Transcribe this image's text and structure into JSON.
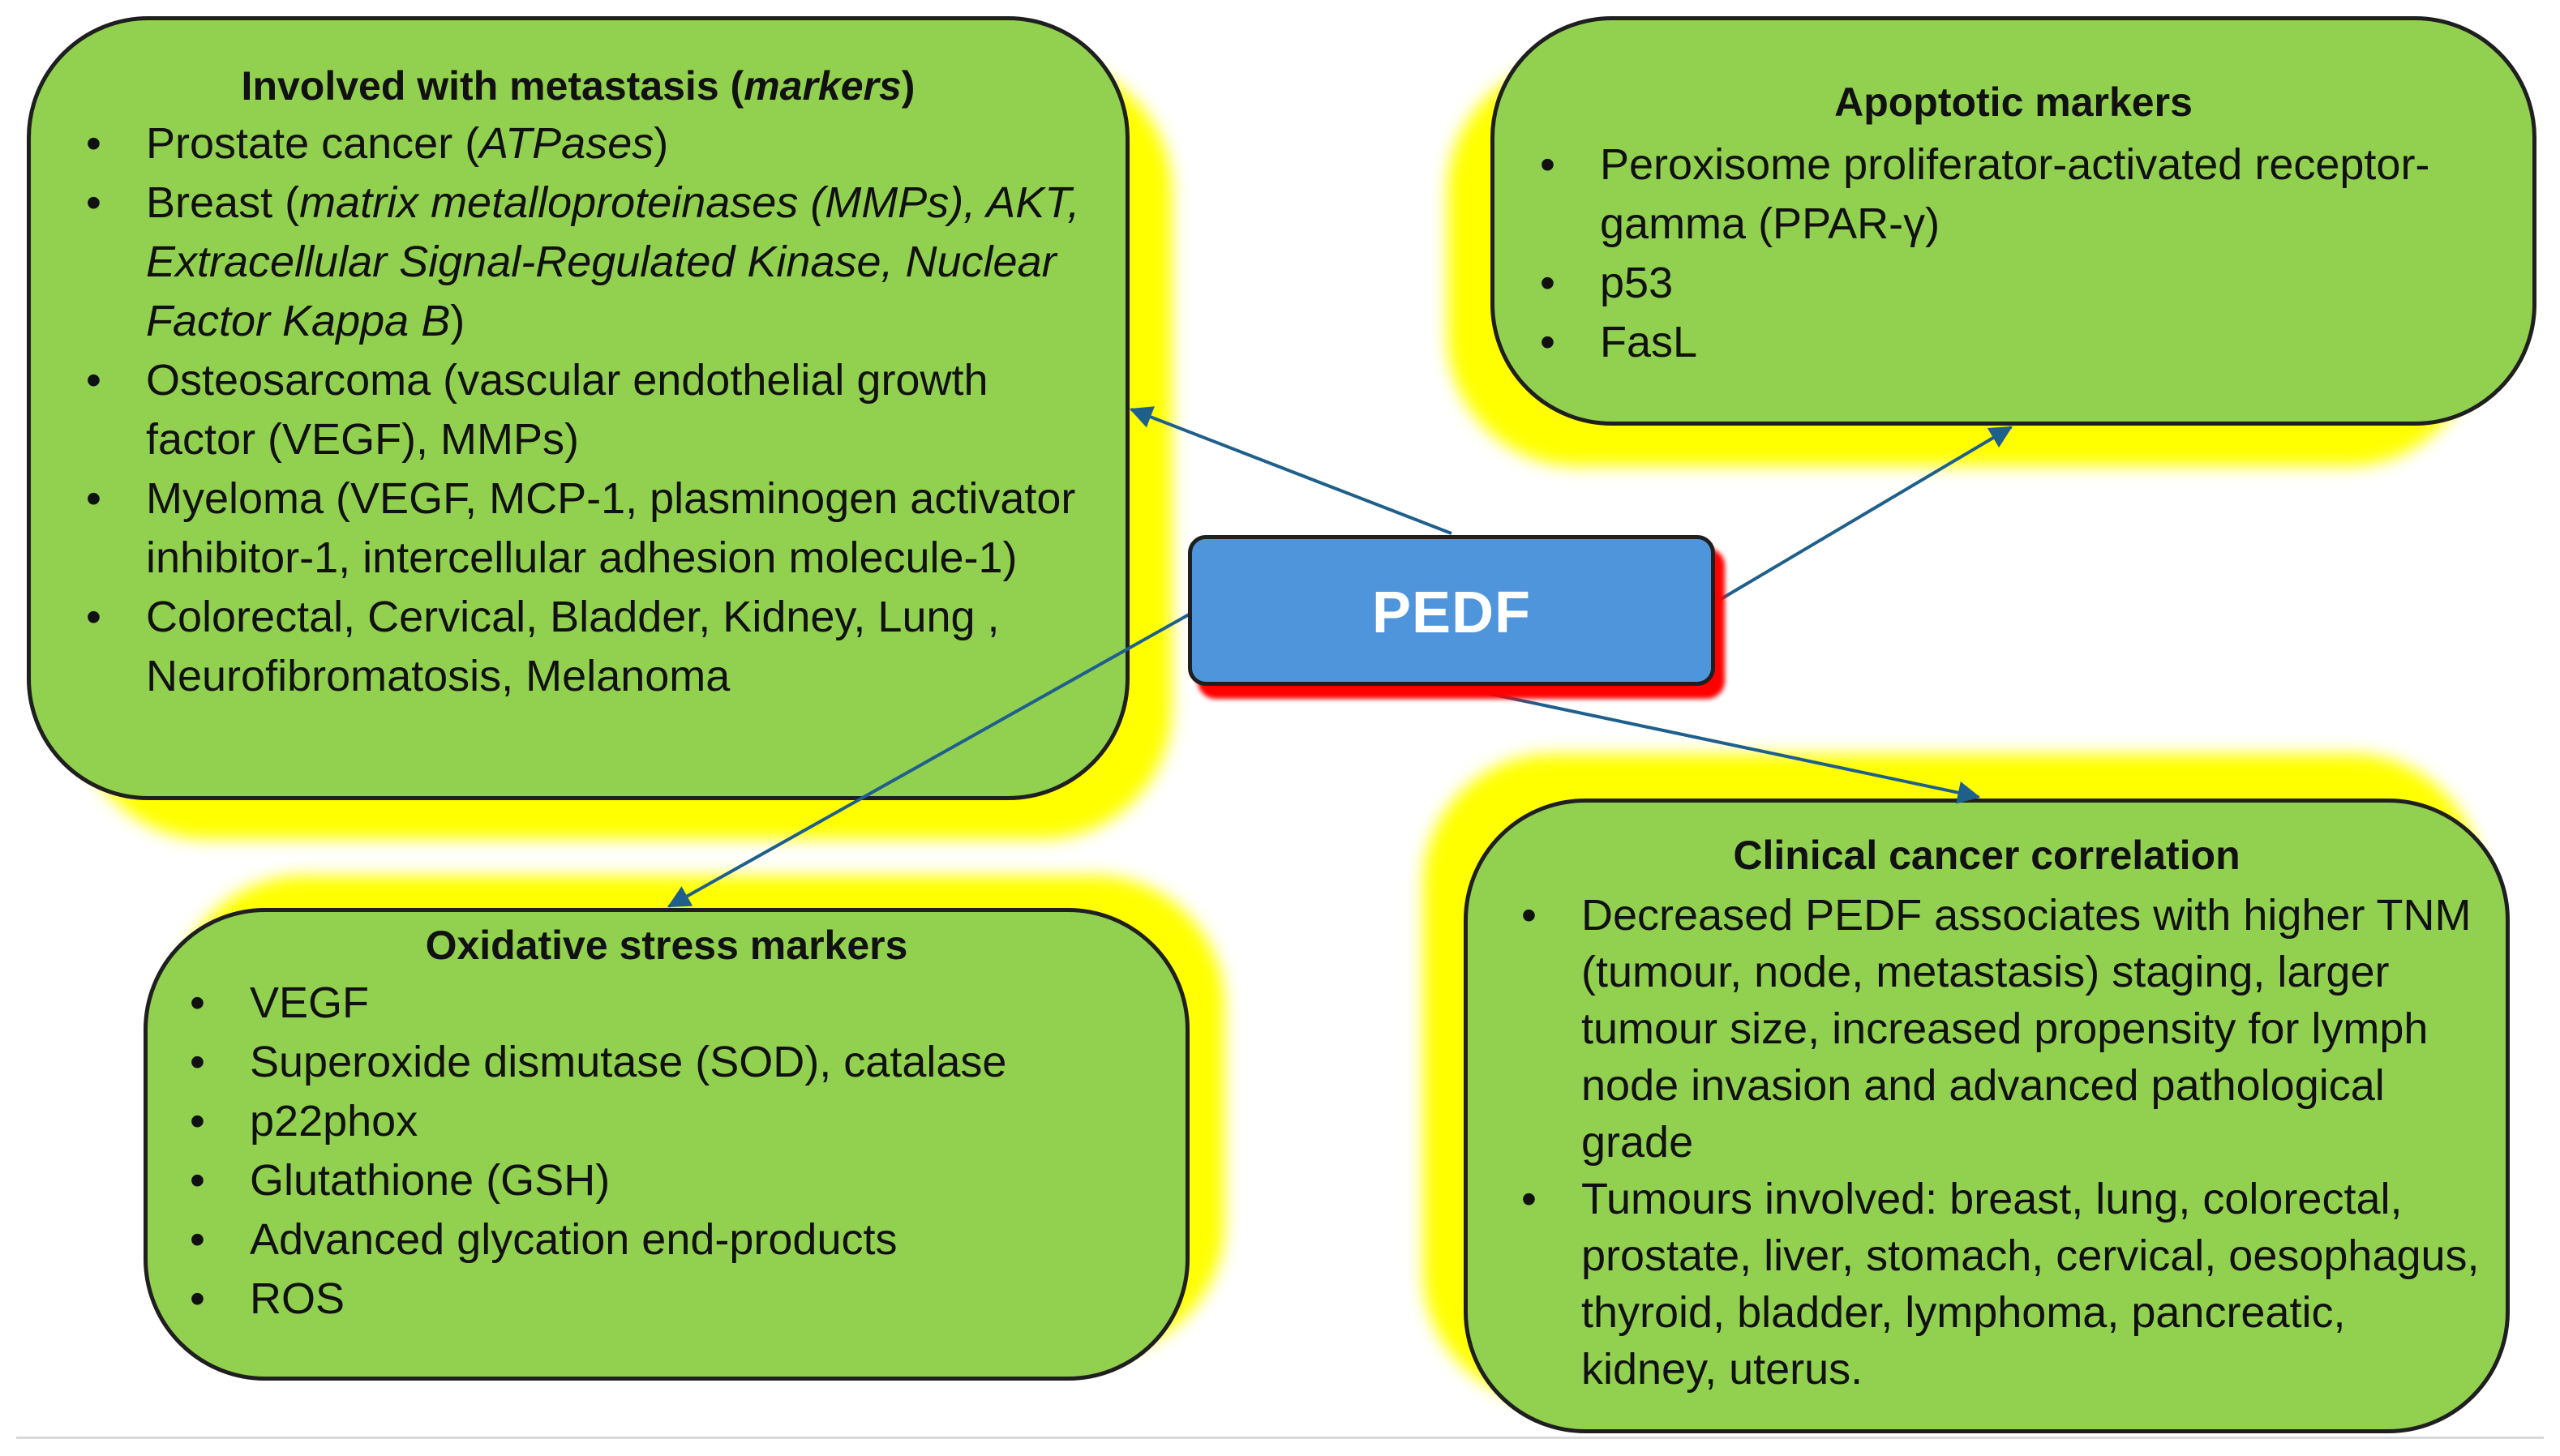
{
  "center": {
    "label": "PEDF"
  },
  "colors": {
    "box_fill": "#92d050",
    "box_glow": "#ffff00",
    "center_fill": "#4f95dc",
    "center_shadow": "#ff0000",
    "arrow": "#1f5f8b"
  },
  "metastasis": {
    "title_prefix": "Involved with metastasis (",
    "title_italic": "markers",
    "title_suffix": ")",
    "items": [
      {
        "prefix": "Prostate cancer (",
        "italic": "ATPases",
        "suffix": ")"
      },
      {
        "prefix": "Breast (",
        "italic": "matrix metalloproteinases (MMPs), AKT, Extracellular Signal-Regulated Kinase, Nuclear Factor Kappa B",
        "suffix": ")"
      },
      {
        "text": "Osteosarcoma (vascular endothelial growth factor  (VEGF), MMPs)"
      },
      {
        "text": "Myeloma (VEGF, MCP-1, plasminogen activator inhibitor-1, intercellular adhesion molecule-1)"
      },
      {
        "text": "Colorectal, Cervical, Bladder, Kidney, Lung , Neurofibromatosis, Melanoma"
      }
    ]
  },
  "apoptotic": {
    "title": "Apoptotic markers",
    "items": [
      "Peroxisome proliferator-activated receptor-gamma (PPAR-γ)",
      "p53",
      "FasL"
    ]
  },
  "oxidative": {
    "title": "Oxidative stress markers",
    "items": [
      "VEGF",
      "Superoxide dismutase (SOD), catalase",
      "p22phox",
      "Glutathione (GSH)",
      "Advanced glycation end-products",
      "ROS"
    ]
  },
  "clinical": {
    "title": "Clinical cancer correlation",
    "items": [
      "Decreased PEDF associates with higher TNM (tumour, node, metastasis) staging, larger tumour size, increased propensity for lymph node invasion and advanced pathological grade",
      "Tumours involved: breast, lung, colorectal, prostate, liver, stomach, cervical, oesophagus, thyroid, bladder, lymphoma, pancreatic, kidney, uterus."
    ]
  }
}
